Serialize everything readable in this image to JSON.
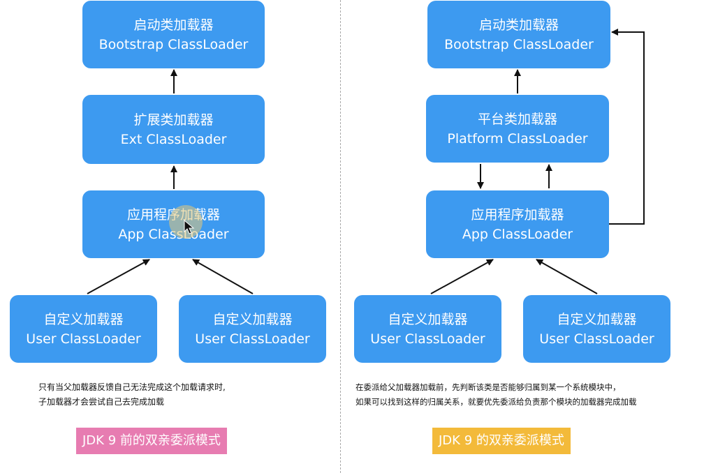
{
  "left": {
    "bootstrap": {
      "zh": "启动类加载器",
      "en": "Bootstrap ClassLoader"
    },
    "ext": {
      "zh": "扩展类加载器",
      "en": "Ext ClassLoader"
    },
    "app": {
      "zh": "应用程序加载器",
      "en": "App ClassLoader"
    },
    "user1": {
      "zh": "自定义加载器",
      "en": "User ClassLoader"
    },
    "user2": {
      "zh": "自定义加载器",
      "en": "User ClassLoader"
    },
    "note_line1": "只有当父加载器反馈自己无法完成这个加载请求时,",
    "note_line2": "子加载器才会尝试自己去完成加载",
    "label": "JDK 9 前的双亲委派模式"
  },
  "right": {
    "bootstrap": {
      "zh": "启动类加载器",
      "en": "Bootstrap ClassLoader"
    },
    "platform": {
      "zh": "平台类加载器",
      "en": "Platform ClassLoader"
    },
    "app": {
      "zh": "应用程序加载器",
      "en": "App ClassLoader"
    },
    "user1": {
      "zh": "自定义加载器",
      "en": "User ClassLoader"
    },
    "user2": {
      "zh": "自定义加载器",
      "en": "User ClassLoader"
    },
    "note_line1": "在委派给父加载器加载前，先判断该类是否能够归属到某一个系统模块中，",
    "note_line2": "如果可以找到这样的归属关系，就要优先委派给负责那个模块的加载器完成加载",
    "label": "JDK 9 的双亲委派模式"
  },
  "colors": {
    "box": "#3d9af0",
    "label_left": "#e77cb1",
    "label_right": "#f3ba3a",
    "arrow": "#111111"
  },
  "icons": {
    "cursor": "mouse-pointer-icon"
  }
}
